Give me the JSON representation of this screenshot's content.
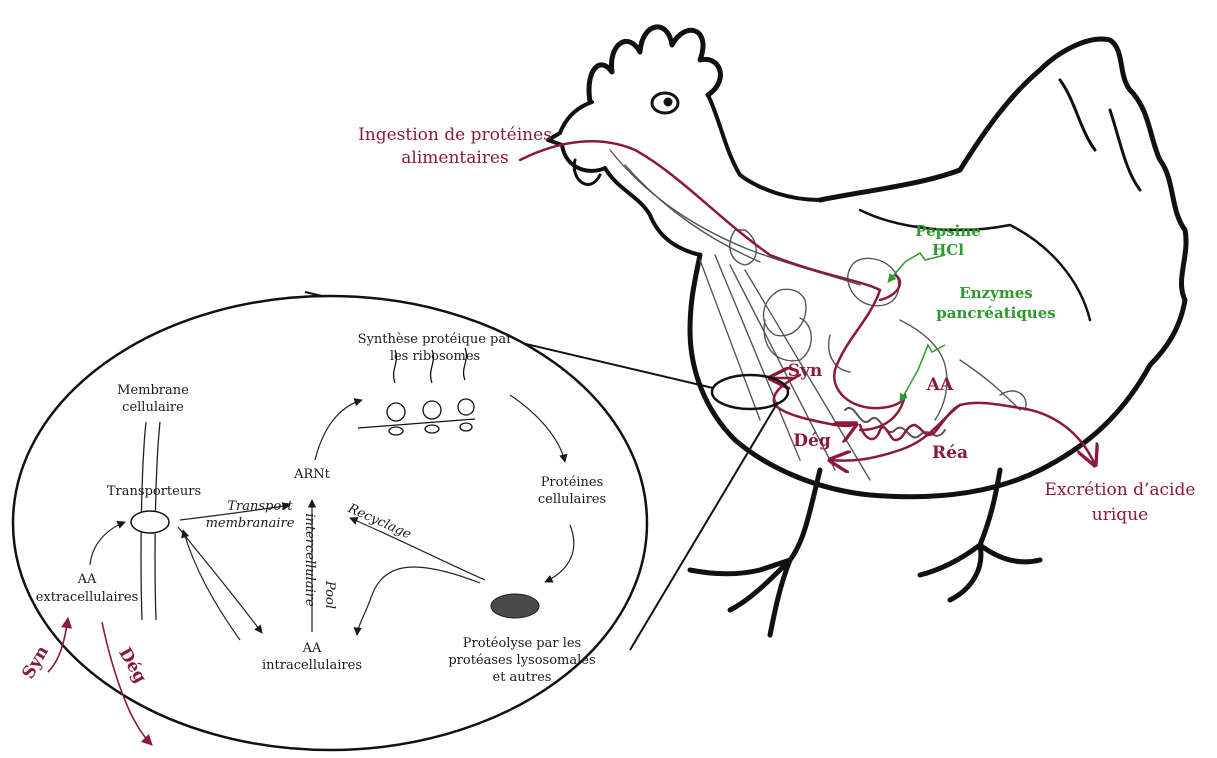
{
  "hen_labels": {
    "ingestion": [
      "Ingestion de protéines",
      "alimentaires"
    ],
    "pepsine": [
      "Pepsine",
      "HCl"
    ],
    "enzymes": [
      "Enzymes",
      "pancréatiques"
    ],
    "aa": "AA",
    "syn": "Syn",
    "deg": "Dég",
    "rea": "Réa",
    "excretion": [
      "Excrétion d’acide",
      "urique"
    ]
  },
  "cell_labels": {
    "synthese": [
      "Synthèse protéique par",
      "les ribosomes"
    ],
    "membrane": [
      "Membrane",
      "cellulaire"
    ],
    "transporteurs": "Transporteurs",
    "arnt": "ARNt",
    "transport": [
      "Transport",
      "membranaire"
    ],
    "recyclage": "Recyclage",
    "proteines": [
      "Protéines",
      "cellulaires"
    ],
    "pool": [
      "Pool",
      "intercellulaire"
    ],
    "aa_extra": [
      "AA",
      "extracellulaires"
    ],
    "aa_intra": [
      "AA",
      "intracellulaires"
    ],
    "proteolyse": [
      "Protéolyse par les",
      "protéases lysosomales",
      "et autres"
    ],
    "syn": "Syn",
    "deg": "Dég"
  },
  "colors": {
    "maroon": "#8b1a3a",
    "green": "#2e9a2e",
    "ink": "#1a1a1a"
  }
}
